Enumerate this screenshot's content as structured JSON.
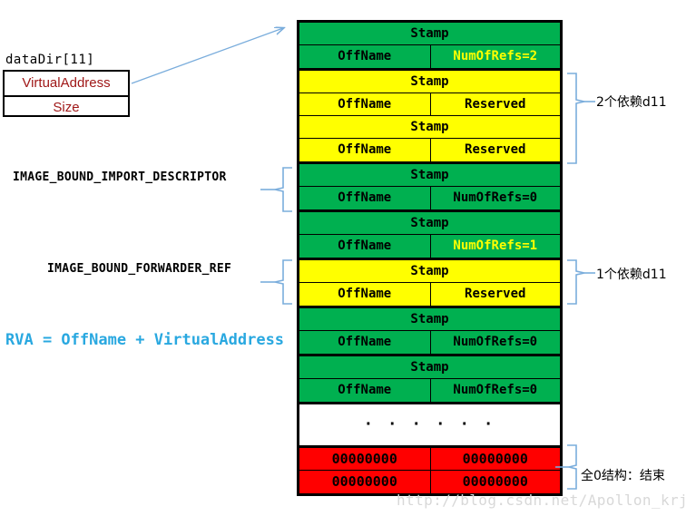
{
  "datadir": {
    "label": "dataDir[11]",
    "rows": [
      {
        "text": "VirtualAddress"
      },
      {
        "text": "Size"
      }
    ]
  },
  "formula": "RVA = OffName + VirtualAddress",
  "side_labels": {
    "bound_import_descriptor": "IMAGE_BOUND_IMPORT_DESCRIPTOR",
    "bound_forwarder_ref": "IMAGE_BOUND_FORWARDER_REF"
  },
  "annotations": {
    "two_dll": "2个依赖d11",
    "one_dll": "1个依赖d11",
    "terminator": "全0结构：结束"
  },
  "watermark": "http://blog.csdn.net/Apollon_krj",
  "colors": {
    "descriptor_green": "#00b050",
    "forwarder_yellow": "#ffff00",
    "terminator_red": "#ff0000",
    "highlight_text": "#ffff00",
    "datadir_text": "#a01818",
    "formula_text": "#29a8e0",
    "connector_blue": "#7aaddc",
    "watermark_text": "#d8d8d8"
  },
  "table": {
    "blocks": [
      {
        "kind": "IMAGE_BOUND_IMPORT_DESCRIPTOR",
        "color": "green",
        "rows": [
          {
            "cells": [
              {
                "text": "Stamp",
                "span": "full"
              }
            ]
          },
          {
            "cells": [
              {
                "text": "OffName"
              },
              {
                "text": "NumOfRefs=2",
                "highlight": true
              }
            ]
          }
        ]
      },
      {
        "kind": "IMAGE_BOUND_FORWARDER_REF",
        "color": "yellow",
        "rows": [
          {
            "cells": [
              {
                "text": "Stamp",
                "span": "full"
              }
            ]
          },
          {
            "cells": [
              {
                "text": "OffName"
              },
              {
                "text": "Reserved"
              }
            ]
          },
          {
            "cells": [
              {
                "text": "Stamp",
                "span": "full"
              }
            ]
          },
          {
            "cells": [
              {
                "text": "OffName"
              },
              {
                "text": "Reserved"
              }
            ]
          }
        ]
      },
      {
        "kind": "IMAGE_BOUND_IMPORT_DESCRIPTOR",
        "color": "green",
        "rows": [
          {
            "cells": [
              {
                "text": "Stamp",
                "span": "full"
              }
            ]
          },
          {
            "cells": [
              {
                "text": "OffName"
              },
              {
                "text": "NumOfRefs=0"
              }
            ]
          }
        ]
      },
      {
        "kind": "IMAGE_BOUND_IMPORT_DESCRIPTOR",
        "color": "green",
        "rows": [
          {
            "cells": [
              {
                "text": "Stamp",
                "span": "full"
              }
            ]
          },
          {
            "cells": [
              {
                "text": "OffName"
              },
              {
                "text": "NumOfRefs=1",
                "highlight": true
              }
            ]
          }
        ]
      },
      {
        "kind": "IMAGE_BOUND_FORWARDER_REF",
        "color": "yellow",
        "rows": [
          {
            "cells": [
              {
                "text": "Stamp",
                "span": "full"
              }
            ]
          },
          {
            "cells": [
              {
                "text": "OffName"
              },
              {
                "text": "Reserved"
              }
            ]
          }
        ]
      },
      {
        "kind": "IMAGE_BOUND_IMPORT_DESCRIPTOR",
        "color": "green",
        "rows": [
          {
            "cells": [
              {
                "text": "Stamp",
                "span": "full"
              }
            ]
          },
          {
            "cells": [
              {
                "text": "OffName"
              },
              {
                "text": "NumOfRefs=0"
              }
            ]
          }
        ]
      },
      {
        "kind": "IMAGE_BOUND_IMPORT_DESCRIPTOR",
        "color": "green",
        "rows": [
          {
            "cells": [
              {
                "text": "Stamp",
                "span": "full"
              }
            ]
          },
          {
            "cells": [
              {
                "text": "OffName"
              },
              {
                "text": "NumOfRefs=0"
              }
            ]
          }
        ]
      },
      {
        "kind": "ellipsis",
        "color": "white",
        "rows": [
          {
            "dots": true,
            "cells": [
              {
                "text": "· · · · · ·",
                "span": "full"
              }
            ]
          }
        ]
      },
      {
        "kind": "terminator",
        "color": "red",
        "rows": [
          {
            "cells": [
              {
                "text": "00000000"
              },
              {
                "text": "00000000"
              }
            ]
          },
          {
            "cells": [
              {
                "text": "00000000"
              },
              {
                "text": "00000000"
              }
            ]
          }
        ]
      }
    ]
  }
}
